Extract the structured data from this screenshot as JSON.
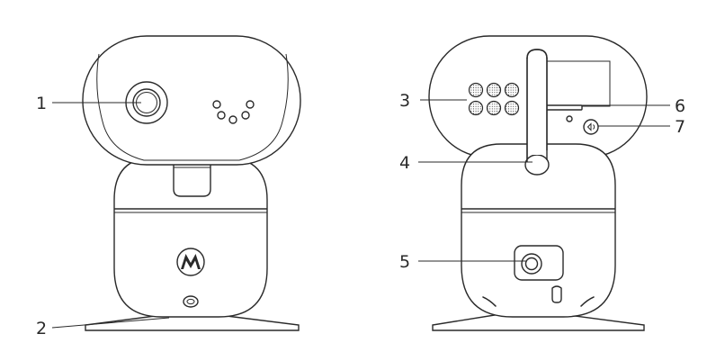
{
  "callouts": {
    "c1": "1",
    "c2": "2",
    "c3": "3",
    "c4": "4",
    "c5": "5",
    "c6": "6",
    "c7": "7"
  },
  "colors": {
    "line": "#2a2a2a",
    "background": "#ffffff"
  },
  "logo": "motorola-batwing-logo"
}
